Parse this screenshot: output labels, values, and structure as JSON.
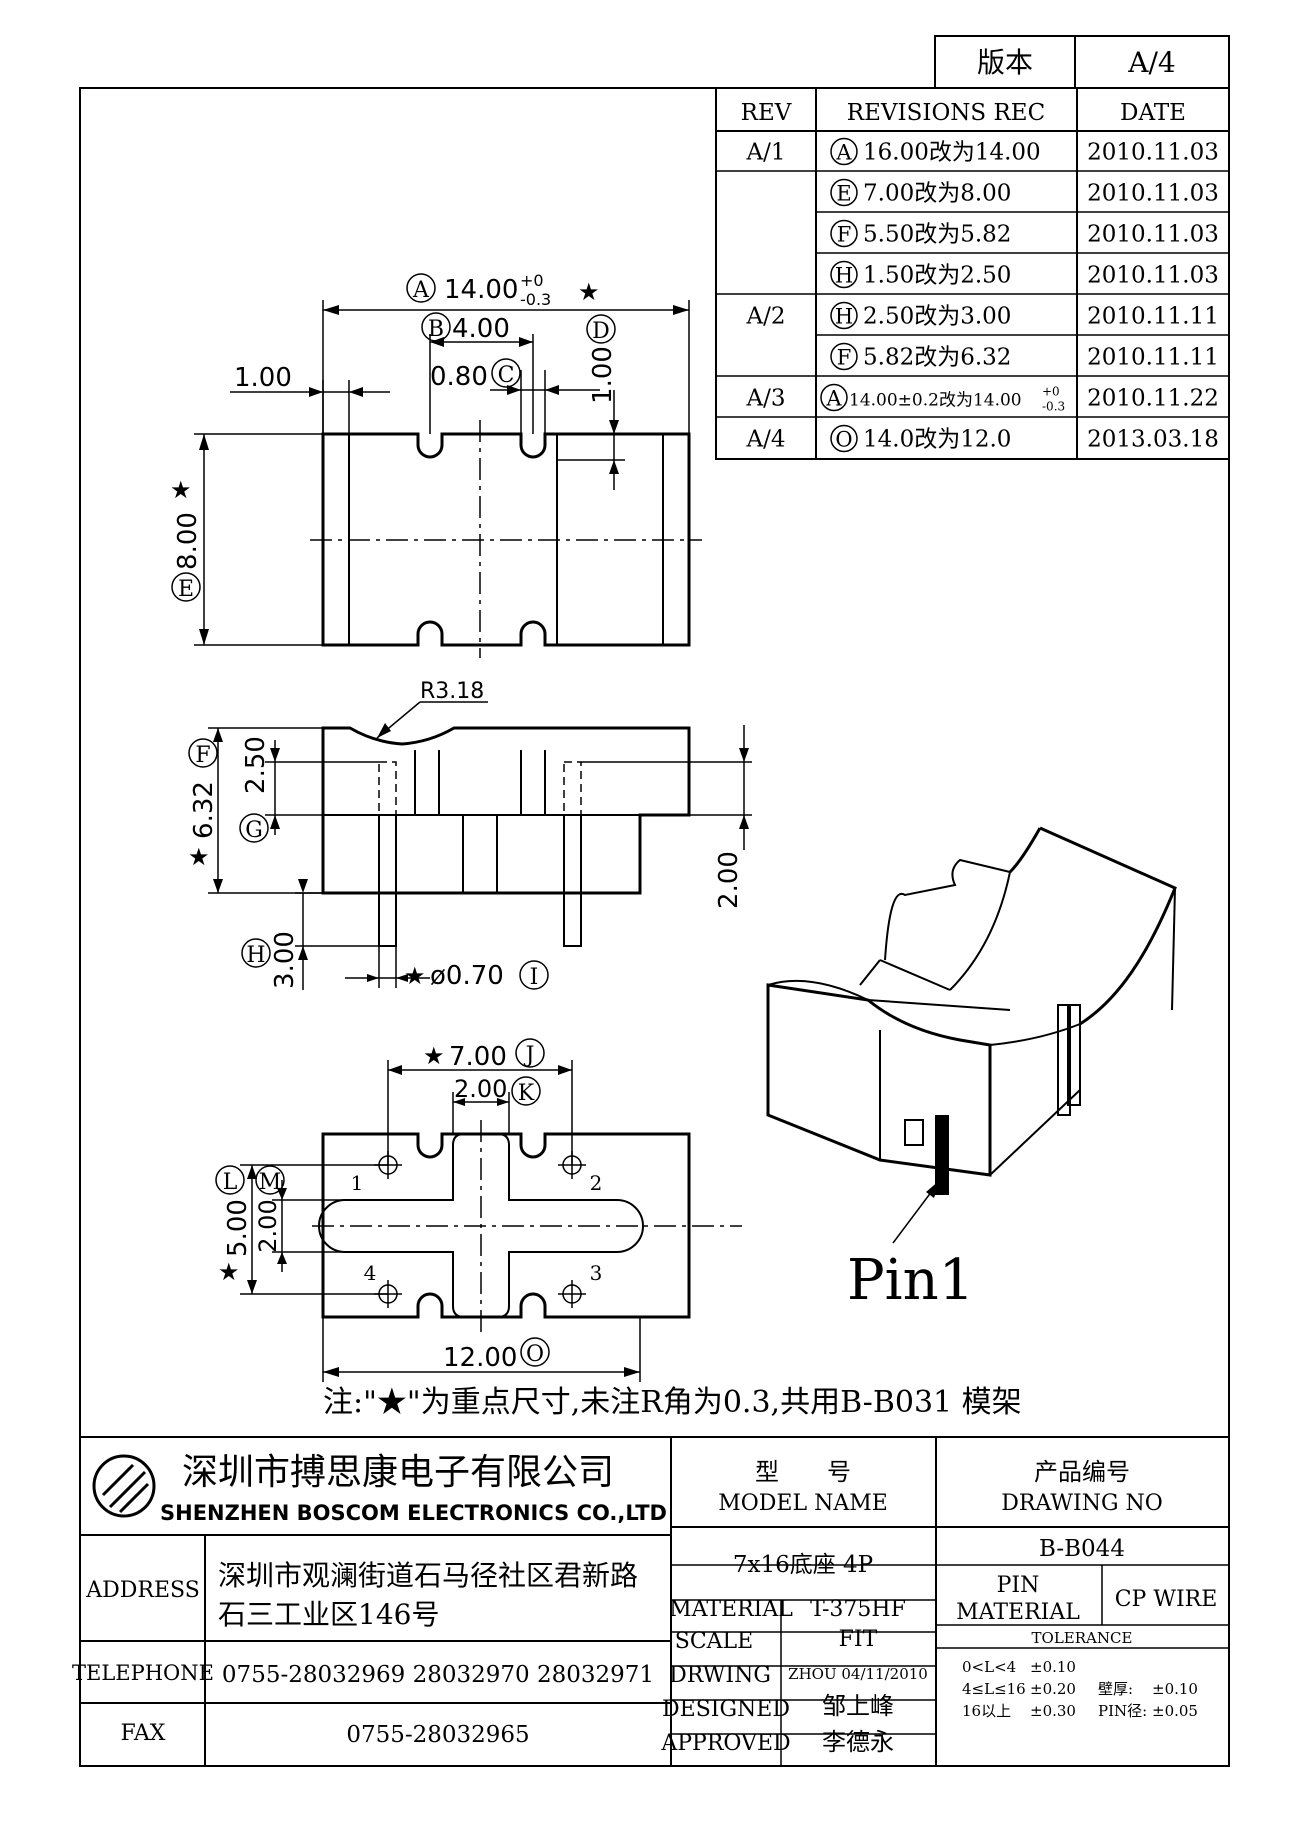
{
  "version_box": {
    "label": "版本",
    "value": "A/4"
  },
  "revisions": {
    "headers": {
      "rev": "REV",
      "rec": "REVISIONS REC",
      "date": "DATE"
    },
    "rows": [
      {
        "rev": "A/1",
        "mark": "A",
        "text": "16.00改为14.00",
        "date": "2010.11.03"
      },
      {
        "rev": "",
        "mark": "E",
        "text": "7.00改为8.00",
        "date": "2010.11.03"
      },
      {
        "rev": "",
        "mark": "F",
        "text": "5.50改为5.82",
        "date": "2010.11.03"
      },
      {
        "rev": "",
        "mark": "H",
        "text": "1.50改为2.50",
        "date": "2010.11.03"
      },
      {
        "rev": "A/2",
        "mark": "H",
        "text": "2.50改为3.00",
        "date": "2010.11.11"
      },
      {
        "rev": "",
        "mark": "F",
        "text": "5.82改为6.32",
        "date": "2010.11.11"
      },
      {
        "rev": "A/3",
        "mark": "A",
        "text": "14.00±0.2改为14.00",
        "tol_up": "+0",
        "tol_dn": "-0.3",
        "date": "2010.11.22"
      },
      {
        "rev": "A/4",
        "mark": "O",
        "text": "14.0改为12.0",
        "date": "2013.03.18"
      }
    ]
  },
  "dims": {
    "A": {
      "mark": "A",
      "value": "14.00",
      "tol_up": "+0",
      "tol_dn": "-0.3",
      "star": "★"
    },
    "B": {
      "mark": "B",
      "value": "4.00"
    },
    "C": {
      "mark": "C",
      "value": "0.80"
    },
    "D": {
      "mark": "D",
      "value": "1.00"
    },
    "left_wall": {
      "value": "1.00"
    },
    "E": {
      "mark": "E",
      "value": "8.00",
      "star": "★"
    },
    "R": {
      "value": "R3.18"
    },
    "F": {
      "mark": "F",
      "value": "6.32",
      "star": "★"
    },
    "G": {
      "mark": "G",
      "value": "2.50"
    },
    "H": {
      "mark": "H",
      "value": "3.00"
    },
    "side_right": {
      "value": "2.00"
    },
    "I": {
      "mark": "I",
      "value": "ø0.70",
      "star": "★"
    },
    "J": {
      "mark": "J",
      "value": "7.00",
      "star": "★"
    },
    "K": {
      "mark": "K",
      "value": "2.00"
    },
    "L": {
      "mark": "L",
      "value": "5.00",
      "star": "★"
    },
    "M": {
      "mark": "M",
      "value": "2.00"
    },
    "O": {
      "mark": "O",
      "value": "12.00"
    }
  },
  "pins": [
    "1",
    "2",
    "3",
    "4"
  ],
  "pin1_label": "Pin1",
  "note": "注:\"★\"为重点尺寸,未注R角为0.3,共用B-B031 模架",
  "title_block": {
    "company_cn": "深圳市搏思康电子有限公司",
    "company_en": "SHENZHEN BOSCOM ELECTRONICS CO.,LTD",
    "model_cn": "型　　号",
    "model_en": "MODEL NAME",
    "drawing_cn": "产品编号",
    "drawing_en": "DRAWING NO",
    "model_value": "7x16底座 4P",
    "drawing_value": "B-B044",
    "address_label": "ADDRESS",
    "address_line1": "深圳市观澜街道石马径社区君新路",
    "address_line2": "石三工业区146号",
    "telephone_label": "TELEPHONE",
    "telephone_value": "0755-28032969 28032970 28032971",
    "fax_label": "FAX",
    "fax_value": "0755-28032965",
    "material_label": "MATERIAL",
    "material_value": "T-375HF",
    "scale_label": "SCALE",
    "scale_value": "FIT",
    "drawing_label": "DRWING",
    "drawing_by": "ZHOU 04/11/2010",
    "designed_label": "DESIGNED",
    "designed_value": "邹上峰",
    "approved_label": "APPROVED",
    "approved_value": "李德永",
    "pin_material_label1": "PIN",
    "pin_material_label2": "MATERIAL",
    "pin_material_value": "CP WIRE",
    "tolerance_label": "TOLERANCE",
    "tol_rows": [
      {
        "range": "0<L<4",
        "value": "±0.10",
        "extra_label": "",
        "extra_value": ""
      },
      {
        "range": "4≤L≤16",
        "value": "±0.20",
        "extra_label": "壁厚:",
        "extra_value": "±0.10"
      },
      {
        "range": "16以上",
        "value": "±0.30",
        "extra_label": "PIN径:",
        "extra_value": "±0.05"
      }
    ]
  }
}
